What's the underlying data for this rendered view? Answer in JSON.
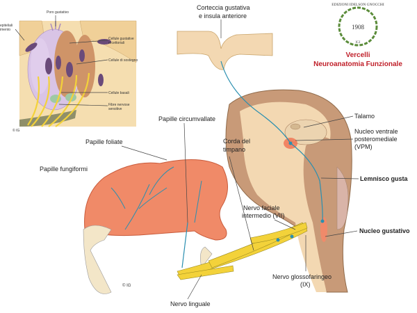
{
  "inset": {
    "pore": "Poro gustativo",
    "epithelial_line1": "epiteliali",
    "epithelial_line2": "imento",
    "receptor_line1": "Cellule gustative",
    "receptor_line2": "recettoriali",
    "support": "Cellule di sostegno",
    "basal": "Cellule basali",
    "fibers_line1": "Fibre nervose",
    "fibers_line2": "sensitive",
    "copyright": "© IG"
  },
  "logo": {
    "ring_text": "EDIZIONI IDELSON GNOCCHI",
    "year": "1908",
    "monogram": "IGI",
    "author": "Vercelli",
    "book_title": "Neuroanatomia Funzionale",
    "color": "#c0202a"
  },
  "labels": {
    "cortex_line1": "Corteccia gustativa",
    "cortex_line2": "e insula anteriore",
    "thalamus": "Talamo",
    "vpm_line1": "Nucleo ventrale",
    "vpm_line2": "posteromediale",
    "vpm_line3": "(VPM)",
    "lemniscus": "Lemnisco gusta",
    "nucleus": "Nucleo gustativo",
    "circumvallate": "Papille circumvallate",
    "foliate": "Papille foliate",
    "fungiform": "Papille fungiformi",
    "chorda_line1": "Corda del",
    "chorda_line2": "timpano",
    "facial_line1": "Nervo faciale",
    "facial_line2": "intermedio (VII)",
    "glosso_line1": "Nervo glossofaringeo",
    "glosso_line2": "(IX)",
    "lingual": "Nervo linguale",
    "copyright": "© IG"
  }
}
